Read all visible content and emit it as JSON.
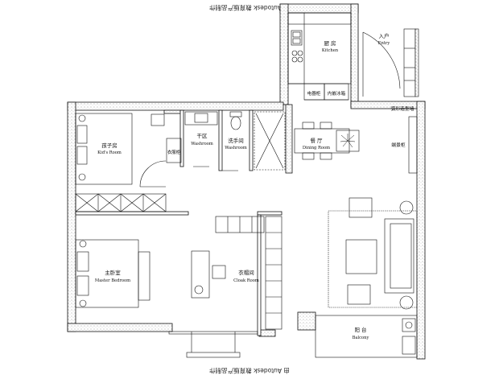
{
  "watermark_top": "由 Autodesk 教育版产品制作",
  "watermark_bottom": "由 Autodesk 教育版产品制作",
  "rooms": {
    "kitchen": {
      "cn": "厨 房",
      "en": "Kitchen"
    },
    "entry": {
      "cn": "入户",
      "en": "Entry"
    },
    "kids_room": {
      "cn": "孩子房",
      "en": "Kid's Room"
    },
    "dry_zone": {
      "cn": "干区",
      "en": "Washroom"
    },
    "washroom": {
      "cn": "洗手间",
      "en": "Washroom"
    },
    "dining": {
      "cn": "餐 厅",
      "en": "Dining Room"
    },
    "master_bedroom": {
      "cn": "主卧室",
      "en": "Master Bedroom"
    },
    "cloak_room": {
      "cn": "衣帽间",
      "en": "Cloak Room"
    },
    "balcony": {
      "cn": "阳 台",
      "en": "Balcony"
    }
  },
  "fixtures": {
    "microwave_cabinet": "电器柜",
    "built_in_fridge": "内嵌冰箱",
    "feature_wall": "弧形造型墙",
    "display_cabinet": "端景柜",
    "wardrobe_small": "衣服柜"
  }
}
